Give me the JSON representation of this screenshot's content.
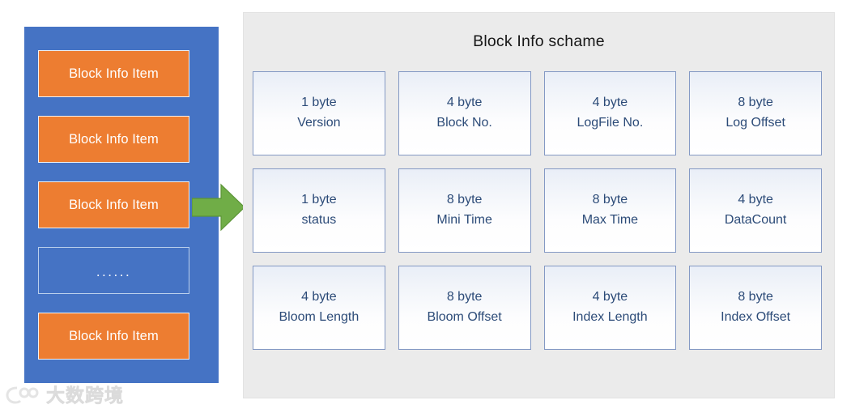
{
  "diagram": {
    "title": "Block Info schame",
    "colors": {
      "list_panel_blue": "#4573C4",
      "item_orange": "#ED7D31",
      "arrow_green": "#70AD47",
      "scheme_panel_gray": "#EBEBEB",
      "cell_border_blue": "#8499C4",
      "cell_text_blue": "#2C4B78"
    },
    "list_panel": {
      "items": [
        {
          "label": "Block Info Item",
          "kind": "item"
        },
        {
          "label": "Block Info Item",
          "kind": "item"
        },
        {
          "label": "Block Info Item",
          "kind": "item"
        },
        {
          "label": "......",
          "kind": "ellipsis"
        },
        {
          "label": "Block Info Item",
          "kind": "item"
        }
      ]
    },
    "arrow": {
      "icon": "arrow-right-icon",
      "direction": "right",
      "color": "#70AD47"
    },
    "scheme": {
      "fields": [
        {
          "size": "1 byte",
          "name": "Version"
        },
        {
          "size": "4 byte",
          "name": "Block No."
        },
        {
          "size": "4 byte",
          "name": "LogFile No."
        },
        {
          "size": "8 byte",
          "name": "Log Offset"
        },
        {
          "size": "1 byte",
          "name": "status"
        },
        {
          "size": "8 byte",
          "name": "Mini Time"
        },
        {
          "size": "8 byte",
          "name": "Max Time"
        },
        {
          "size": "4 byte",
          "name": "DataCount"
        },
        {
          "size": "4 byte",
          "name": "Bloom Length"
        },
        {
          "size": "8 byte",
          "name": "Bloom Offset"
        },
        {
          "size": "4 byte",
          "name": "Index Length"
        },
        {
          "size": "8 byte",
          "name": "Index Offset"
        }
      ]
    },
    "watermark": {
      "text": "大数跨境",
      "logo": "circles-logo-icon"
    }
  }
}
